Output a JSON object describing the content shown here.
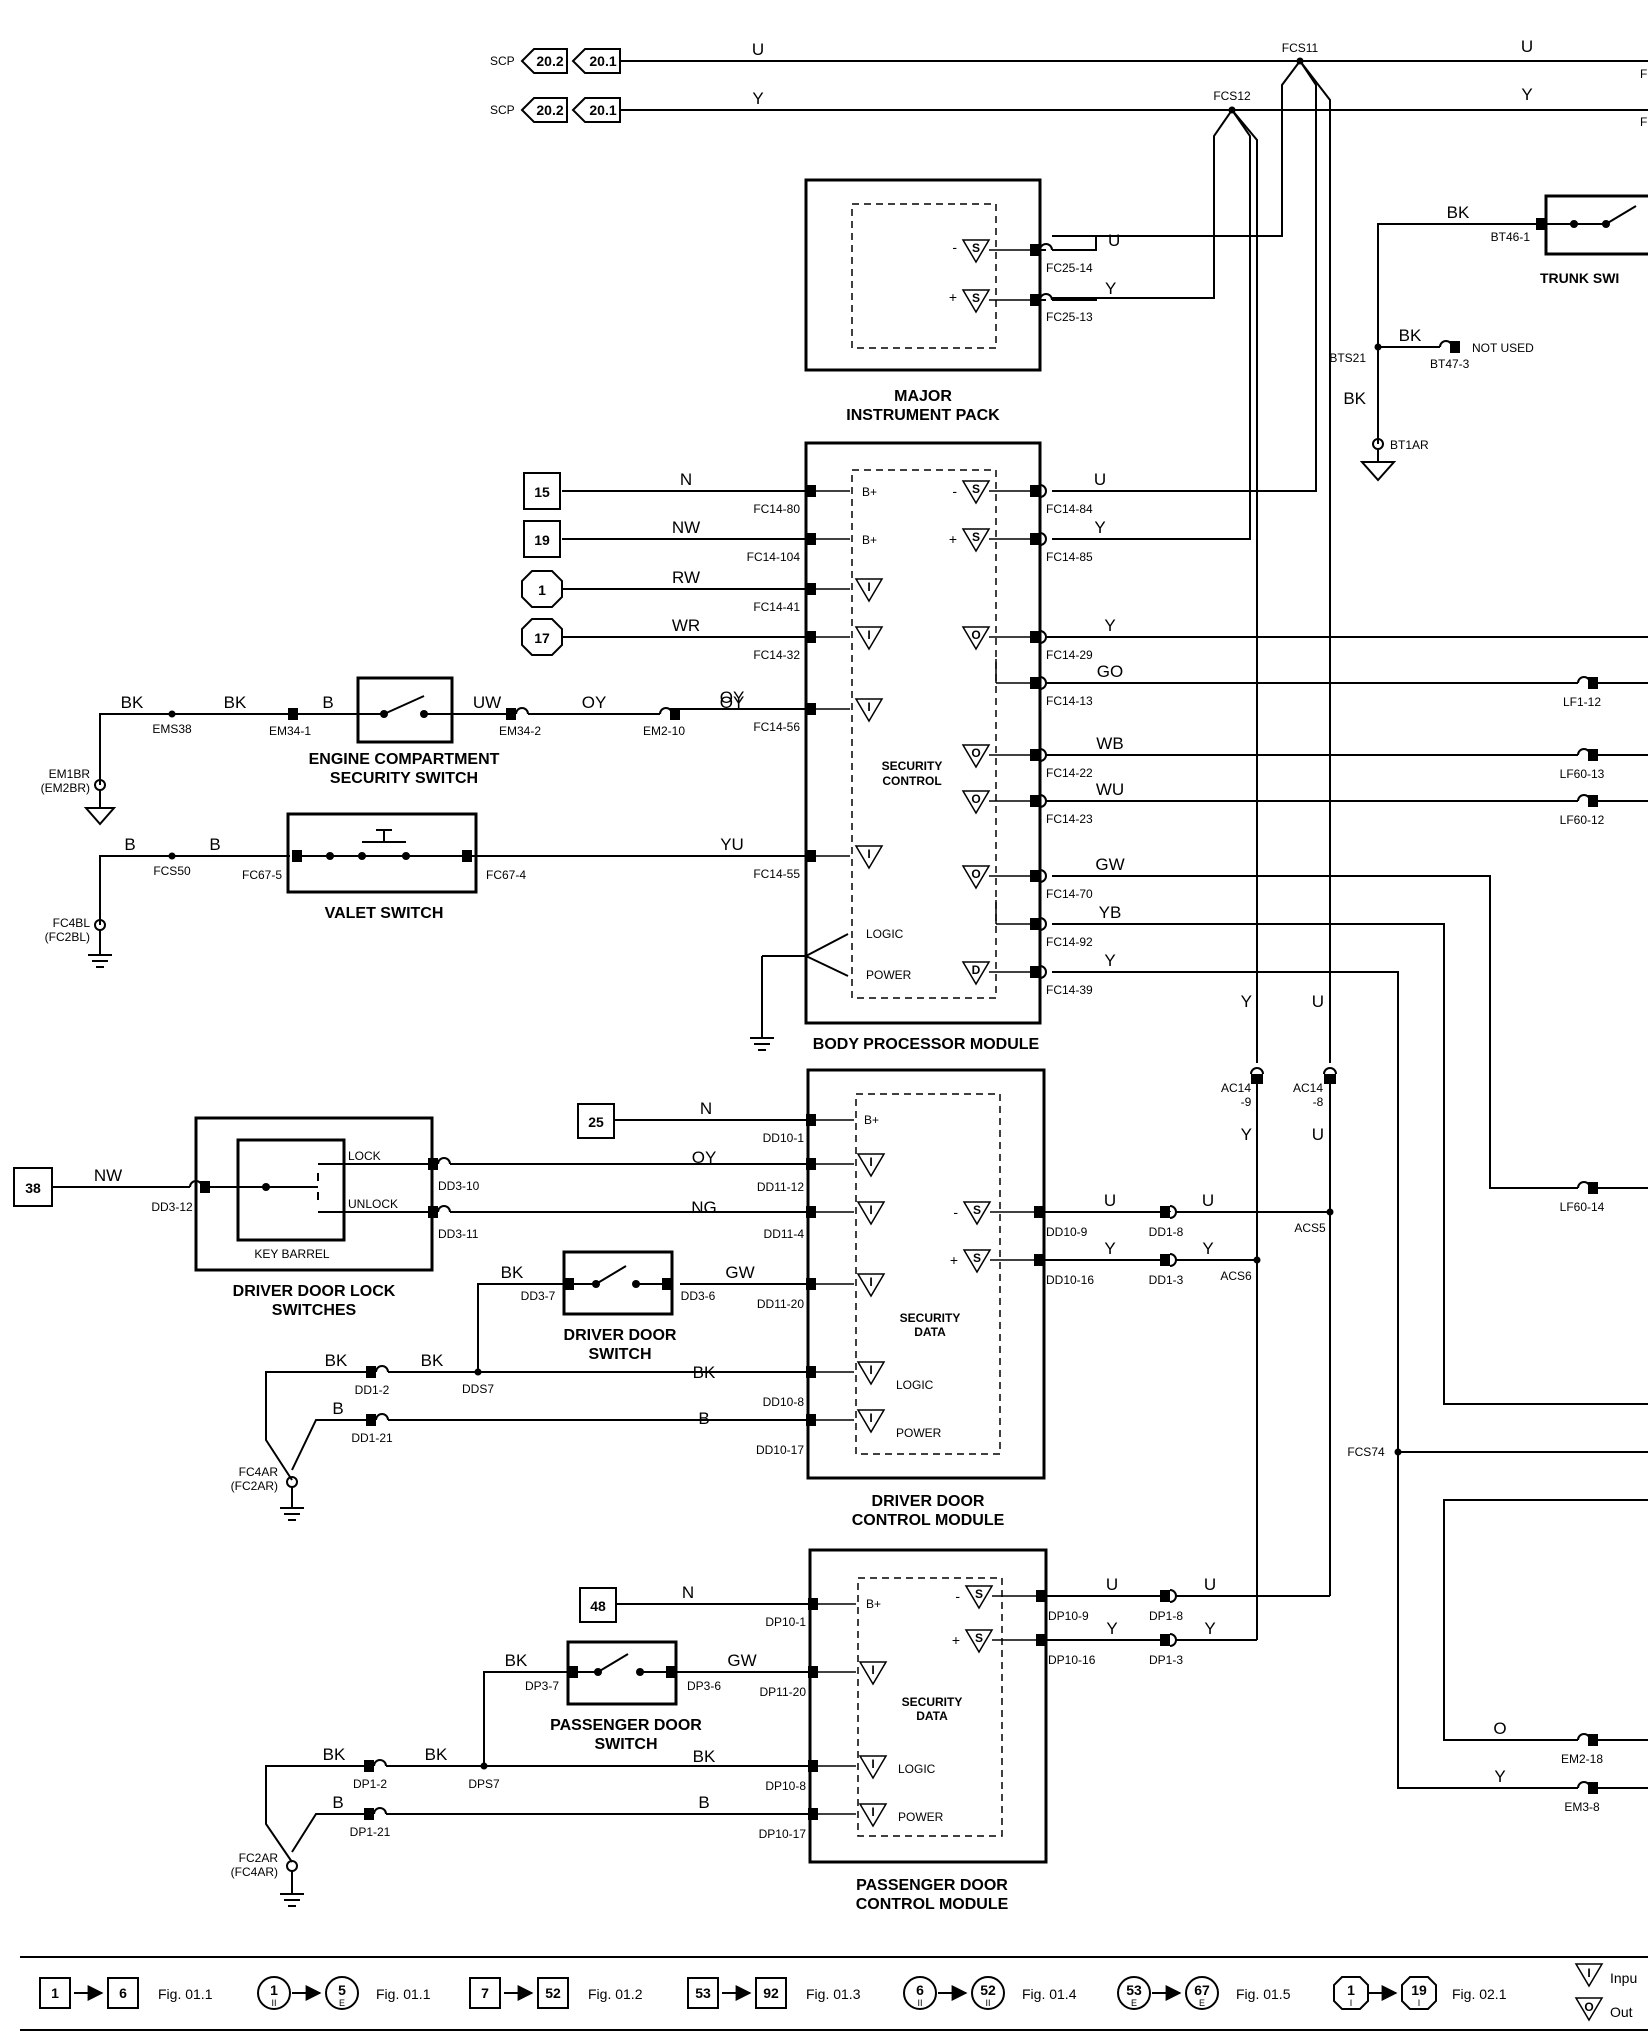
{
  "scp": {
    "label": "SCP",
    "ref1": "20.2",
    "ref2": "20.1"
  },
  "bus": {
    "u": "U",
    "y": "Y",
    "fcs11": "FCS11",
    "fcs12": "FCS12",
    "far_r": "F"
  },
  "mip": {
    "title1": "MAJOR",
    "title2": "INSTRUMENT PACK",
    "s": "S",
    "minus": "-",
    "plus": "+",
    "fc25_14": "FC25-14",
    "fc25_13": "FC25-13",
    "w_u": "U",
    "w_y": "Y"
  },
  "trunk": {
    "bk1": "BK",
    "bt46": "BT46-1",
    "title": "TRUNK SWI",
    "bts21": "BTS21",
    "bk2": "BK",
    "bt47": "BT47-3",
    "not_used": "NOT USED",
    "bk3": "BK",
    "bt1ar": "BT1AR"
  },
  "bpm": {
    "title": "BODY PROCESSOR MODULE",
    "ctrl1": "SECURITY",
    "ctrl2": "CONTROL",
    "logic": "LOGIC",
    "power": "POWER",
    "bplus": "B+",
    "s": "S",
    "i": "I",
    "o": "O",
    "left": [
      {
        "ref": "15",
        "wire": "N",
        "pin": "FC14-80"
      },
      {
        "ref": "19",
        "wire": "NW",
        "pin": "FC14-104"
      },
      {
        "ref": "1",
        "wire": "RW",
        "pin": "FC14-41"
      },
      {
        "ref": "17",
        "wire": "WR",
        "pin": "FC14-32"
      },
      {
        "wire": "OY",
        "pin": "FC14-56"
      },
      {
        "wire": "YU",
        "pin": "FC14-55"
      }
    ],
    "right": [
      {
        "wire": "U",
        "pin": "FC14-84"
      },
      {
        "wire": "Y",
        "pin": "FC14-85"
      },
      {
        "wire": "Y",
        "pin": "FC14-29"
      },
      {
        "wire": "GO",
        "pin": "FC14-13",
        "dest": "LF1-12"
      },
      {
        "wire": "WB",
        "pin": "FC14-22",
        "dest": "LF60-13"
      },
      {
        "wire": "WU",
        "pin": "FC14-23",
        "dest": "LF60-12"
      },
      {
        "wire": "GW",
        "pin": "FC14-70"
      },
      {
        "wire": "YB",
        "pin": "FC14-92"
      },
      {
        "wire": "Y",
        "pin": "FC14-39"
      }
    ]
  },
  "ecss": {
    "title1": "ENGINE COMPARTMENT",
    "title2": "SECURITY SWITCH",
    "bk1": "BK",
    "ems38": "EMS38",
    "bk2": "BK",
    "em34_1": "EM34-1",
    "b": "B",
    "uw": "UW",
    "em34_2": "EM34-2",
    "oy1": "OY",
    "em2_10": "EM2-10",
    "oy2": "OY",
    "gnd1": "EM1BR",
    "gnd2": "(EM2BR)"
  },
  "valet": {
    "title": "VALET SWITCH",
    "b1": "B",
    "fcs50": "FCS50",
    "b2": "B",
    "fc67_5": "FC67-5",
    "fc67_4": "FC67-4",
    "gnd1": "FC4BL",
    "gnd2": "(FC2BL)"
  },
  "ac": {
    "y1": "Y",
    "u1": "U",
    "ac14_9a": "AC14",
    "ac14_9b": "-9",
    "ac14_8a": "AC14",
    "ac14_8b": "-8",
    "y2": "Y",
    "u2": "U",
    "acs5": "ACS5",
    "acs6": "ACS6",
    "lf60_14": "LF60-14",
    "fcs74": "FCS74",
    "o": "O",
    "em2_18": "EM2-18",
    "y3": "Y",
    "em3_8": "EM3-8"
  },
  "ddcm": {
    "title1": "DRIVER DOOR",
    "title2": "CONTROL MODULE",
    "data1": "SECURITY",
    "data2": "DATA",
    "logic": "LOGIC",
    "power": "POWER",
    "bplus": "B+",
    "s": "S",
    "i": "I",
    "ref25": "25",
    "n": "N",
    "dd10_1": "DD10-1",
    "oy": "OY",
    "dd11_12": "DD11-12",
    "ng": "NG",
    "dd11_4": "DD11-4",
    "gw": "GW",
    "dd11_20": "DD11-20",
    "bk": "BK",
    "dd10_8": "DD10-8",
    "b": "B",
    "dd10_17": "DD10-17",
    "u": "U",
    "dd10_9": "DD10-9",
    "dd1_8": "DD1-8",
    "u2": "U",
    "y": "Y",
    "dd10_16": "DD10-16",
    "dd1_3": "DD1-3",
    "y2": "Y"
  },
  "keybarrel": {
    "title1": "DRIVER DOOR LOCK",
    "title2": "SWITCHES",
    "barrel": "KEY BARREL",
    "lock": "LOCK",
    "unlock": "UNLOCK",
    "ref38": "38",
    "nw": "NW",
    "dd3_12": "DD3-12",
    "dd3_10": "DD3-10",
    "dd3_11": "DD3-11"
  },
  "dds": {
    "title1": "DRIVER DOOR",
    "title2": "SWITCH",
    "bk1": "BK",
    "dd3_7": "DD3-7",
    "dd3_6": "DD3-6",
    "bk2": "BK",
    "dd1_2": "DD1-2",
    "bk3": "BK",
    "dds7": "DDS7",
    "b": "B",
    "dd1_21": "DD1-21",
    "gnd1": "FC4AR",
    "gnd2": "(FC2AR)"
  },
  "pdcm": {
    "title1": "PASSENGER DOOR",
    "title2": "CONTROL MODULE",
    "data1": "SECURITY",
    "data2": "DATA",
    "logic": "LOGIC",
    "power": "POWER",
    "bplus": "B+",
    "s": "S",
    "i": "I",
    "ref48": "48",
    "n": "N",
    "dp10_1": "DP10-1",
    "gw": "GW",
    "dp11_20": "DP11-20",
    "bk": "BK",
    "dp10_8": "DP10-8",
    "b": "B",
    "dp10_17": "DP10-17",
    "u": "U",
    "dp10_9": "DP10-9",
    "dp1_8": "DP1-8",
    "u2": "U",
    "y": "Y",
    "dp10_16": "DP10-16",
    "dp1_3": "DP1-3",
    "y2": "Y"
  },
  "pds": {
    "title1": "PASSENGER DOOR",
    "title2": "SWITCH",
    "bk1": "BK",
    "dp3_7": "DP3-7",
    "dp3_6": "DP3-6",
    "bk2": "BK",
    "dp1_2": "DP1-2",
    "bk3": "BK",
    "dps7": "DPS7",
    "b": "B",
    "dp1_21": "DP1-21",
    "gnd1": "FC2AR",
    "gnd2": "(FC4AR)"
  },
  "legend": [
    {
      "a": "1",
      "b": "6",
      "fig": "Fig. 01.1"
    },
    {
      "a": "1",
      "asub": "II",
      "b": "5",
      "bsub": "E",
      "fig": "Fig. 01.1"
    },
    {
      "a": "7",
      "b": "52",
      "fig": "Fig. 01.2"
    },
    {
      "a": "53",
      "b": "92",
      "fig": "Fig. 01.3"
    },
    {
      "a": "6",
      "asub": "II",
      "b": "52",
      "bsub": "II",
      "fig": "Fig. 01.4"
    },
    {
      "a": "53",
      "asub": "E",
      "b": "67",
      "bsub": "E",
      "fig": "Fig. 01.5"
    },
    {
      "a": "1",
      "asub": "I",
      "b": "19",
      "bsub": "I",
      "fig": "Fig. 02.1"
    }
  ],
  "legend_io": {
    "i": "I",
    "input": "Inpu",
    "o": "O",
    "output": "Out"
  }
}
